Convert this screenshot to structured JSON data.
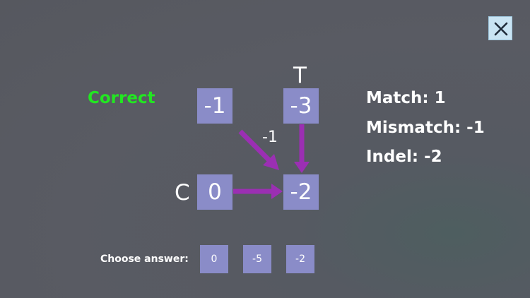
{
  "feedback": {
    "text": "Correct",
    "color": "#22e622"
  },
  "grid": {
    "top_left": "-1",
    "top_right": "-3",
    "bottom_left": "0",
    "bottom_right": "-2",
    "column_letter": "T",
    "row_letter": "C",
    "diagonal_score": "-1"
  },
  "scoring": {
    "match": "Match: 1",
    "mismatch": "Mismatch: -1",
    "indel": "Indel: -2"
  },
  "answers": {
    "label": "Choose answer:",
    "options": [
      "0",
      "-5",
      "-2"
    ]
  },
  "icons": {
    "close": "close-icon"
  },
  "colors": {
    "cell": "#8a8cc8",
    "arrow": "#9b2fb3",
    "close_button": "#c9e4f3"
  }
}
